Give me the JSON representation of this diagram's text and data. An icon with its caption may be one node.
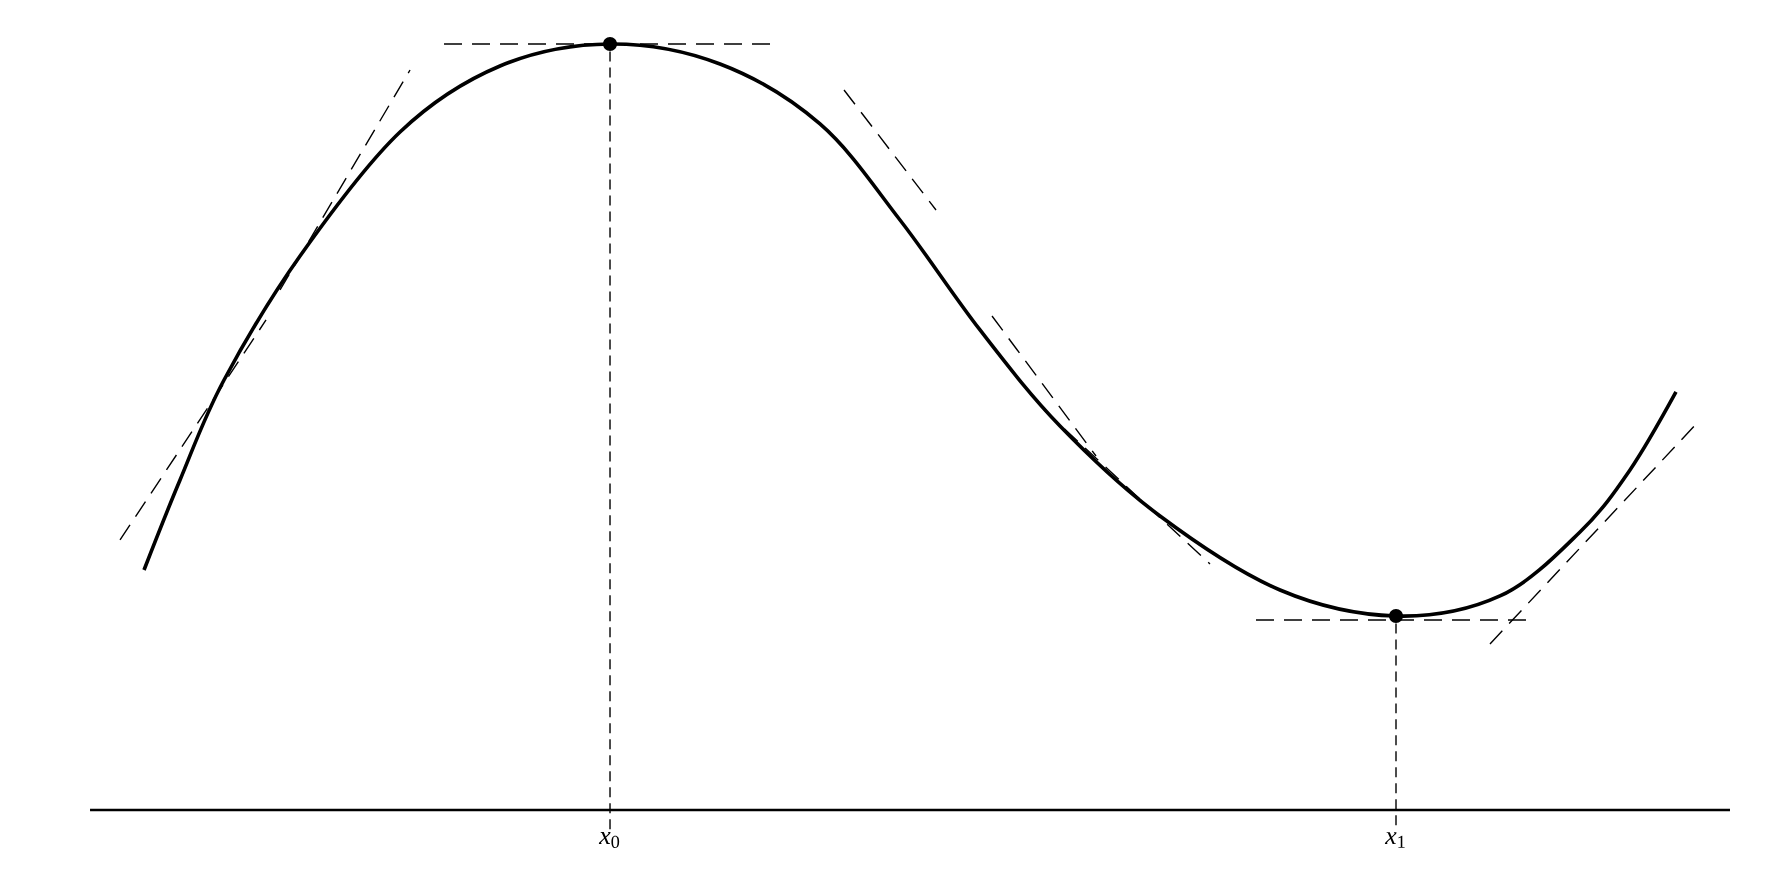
{
  "diagram": {
    "nodes": [
      {
        "text": [],
        "shape": "circle"
      },
      {
        "text": [],
        "shape": "circle"
      },
      {
        "text": [
          "*x*$_{0}$"
        ]
      },
      {
        "text": [
          "*x*$_{1}$"
        ]
      }
    ],
    "edges": [
      {
        "from": 0,
        "to": 2,
        "arrow": "none",
        "style": "dashed"
      },
      {
        "from": 1,
        "to": 3,
        "arrow": "none",
        "style": "dashed"
      }
    ]
  }
}
